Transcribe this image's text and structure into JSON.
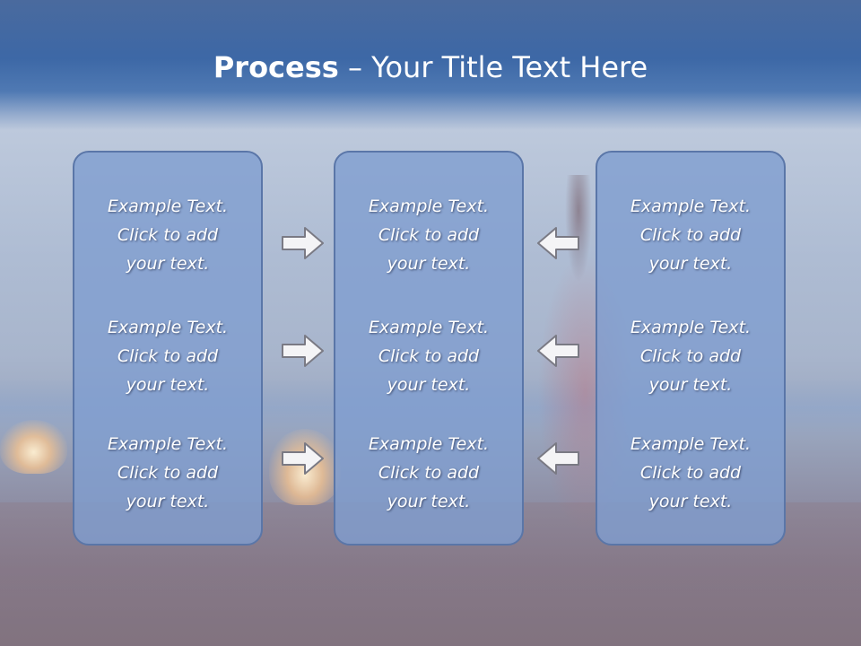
{
  "slide": {
    "title_bold": "Process",
    "title_rest": " – Your Title Text Here"
  },
  "columns": [
    {
      "items": [
        {
          "line1": "Example Text.",
          "line2": "Click  to add",
          "line3": "your text."
        },
        {
          "line1": "Example Text.",
          "line2": "Click  to add",
          "line3": "your text."
        },
        {
          "line1": "Example Text.",
          "line2": "Click  to add",
          "line3": "your text."
        }
      ]
    },
    {
      "items": [
        {
          "line1": "Example Text.",
          "line2": "Click  to add",
          "line3": "your text."
        },
        {
          "line1": "Example Text.",
          "line2": "Click  to add",
          "line3": "your text."
        },
        {
          "line1": "Example Text.",
          "line2": "Click  to add",
          "line3": "your text."
        }
      ]
    },
    {
      "items": [
        {
          "line1": "Example Text.",
          "line2": "Click  to add",
          "line3": "your text."
        },
        {
          "line1": "Example Text.",
          "line2": "Click  to add",
          "line3": "your text."
        },
        {
          "line1": "Example Text.",
          "line2": "Click  to add",
          "line3": "your text."
        }
      ]
    }
  ],
  "arrows": {
    "left_group": "arrow-right-icon",
    "right_group": "arrow-left-icon"
  },
  "colors": {
    "title_band": "#3d68a6",
    "box_fill": "#809ed0",
    "box_border": "#5a76a8",
    "text": "#ffffff"
  }
}
